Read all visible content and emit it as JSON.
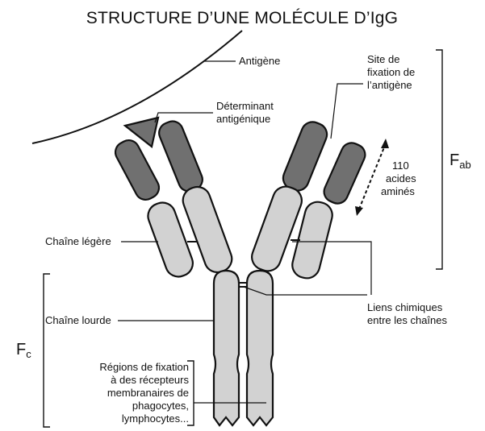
{
  "title": "STRUCTURE D’UNE MOLÉCULE D’IgG",
  "labels": {
    "antigen": "Antigène",
    "binding_site": [
      "Site de",
      "fixation de",
      "l’antigène"
    ],
    "determinant": [
      "Déterminant",
      "antigénique"
    ],
    "amino_acids": [
      "110",
      "acides",
      "aminés"
    ],
    "light_chain": "Chaîne légère",
    "heavy_chain": "Chaîne lourde",
    "chemical_bonds": [
      "Liens chimiques",
      "entre les chaînes"
    ],
    "receptor_regions": [
      "Régions de fixation",
      "à des récepteurs",
      "membranaires de",
      "phagocytes,",
      "lymphocytes..."
    ]
  },
  "fab": {
    "main": "F",
    "sub": "ab"
  },
  "fc": {
    "main": "F",
    "sub": "c"
  },
  "colors": {
    "variable_region": "#707070",
    "constant_region": "#d2d2d2",
    "outline": "#111111"
  }
}
